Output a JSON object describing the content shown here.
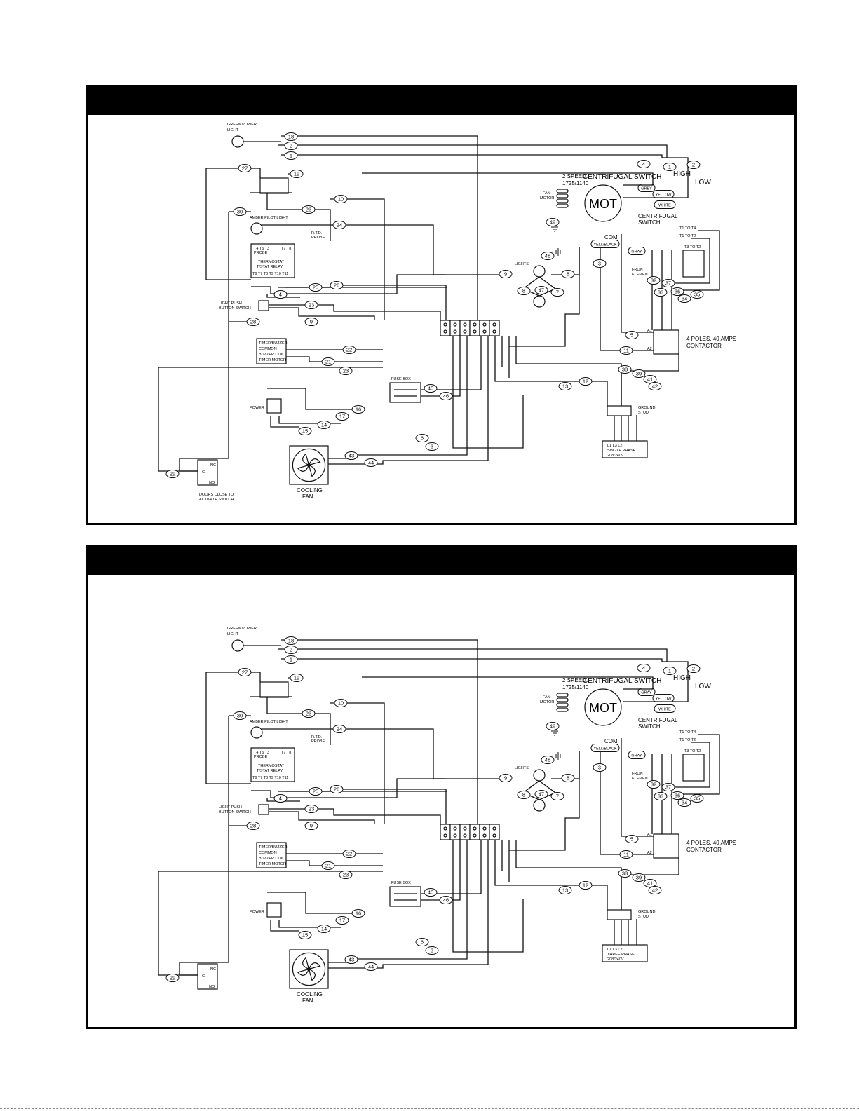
{
  "panels": [
    {
      "id": "single-phase",
      "header": "",
      "labels": {
        "green_power_light": [
          "GREEN POWER",
          "LIGHT"
        ],
        "amber_pilot_light": "AMBER PILOT LIGHT",
        "rtd_probe": [
          "R.T.D.",
          "PROBE"
        ],
        "thermostat": [
          "THERMOSTAT",
          "T/STAT RELAY"
        ],
        "thermostat_terminals_top": "T4 T5 T3",
        "thermostat_probe": "PROBE",
        "thermostat_terminals_top_right": "T7 T8",
        "thermostat_terminals_bottom": "T6 T7 T8 T9 T10 T11",
        "light_push_button": [
          "LIGHT PUSH",
          "BUTTON SWITCH"
        ],
        "timer_buzzer": [
          "TIMER/BUZZER",
          "COMMON",
          "BUZZER COIL",
          "TIMER MOTOR"
        ],
        "power": "POWER",
        "fuse_box": "FUSE BOX",
        "cooling_fan": [
          "COOLING",
          "FAN"
        ],
        "door_switch": [
          "DOORS CLOSE TO",
          "ACTIVATE SWITCH"
        ],
        "door_switch_nc": "NC",
        "door_switch_c": "C",
        "door_switch_no": "NO",
        "centrifugal_switch_top": "CENTRIFUGAL SWITCH",
        "two_speed": [
          "2 SPEED",
          "1725/1140"
        ],
        "fan_motor": [
          "FAN",
          "MOTOR"
        ],
        "mot": "MOT",
        "high": "HIGH",
        "low": "LOW",
        "grey": "GREY",
        "yellow": "YELLOW",
        "white": "WHITE",
        "centrifugal_switch_right": [
          "CENTRIFUGAL",
          "SWITCH"
        ],
        "com": "COM",
        "yell_black": "YELL/BLACK",
        "gray": "GRAY",
        "lights": "LIGHTS",
        "front_element": [
          "FRONT",
          "ELEMENT"
        ],
        "t1_t4": "T1 TO T4",
        "t1_t2": "T1 TO T2",
        "t3_t2": "T3 TO T2",
        "a1": "A1",
        "a2": "A2",
        "contactor": [
          "4 POLES, 40 AMPS",
          "CONTACTOR"
        ],
        "ground_stud": [
          "GROUND",
          "STUD"
        ],
        "lines": "L1  L3  L2",
        "phase": [
          "SINGLE PHASE",
          "208/240V"
        ]
      }
    },
    {
      "id": "three-phase",
      "header": "",
      "labels": {
        "green_power_light": [
          "GREEN POWER",
          "LIGHT"
        ],
        "amber_pilot_light": "AMBER PILOT LIGHT",
        "rtd_probe": [
          "R.T.D.",
          "PROBE"
        ],
        "thermostat": [
          "THERMOSTAT",
          "T/STAT RELAY"
        ],
        "thermostat_terminals_top": "T4 T5 T3",
        "thermostat_probe": "PROBE",
        "thermostat_terminals_top_right": "T7 T8",
        "thermostat_terminals_bottom": "T6 T7 T8 T9 T10 T11",
        "light_push_button": [
          "LIGHT PUSH",
          "BUTTON SWITCH"
        ],
        "timer_buzzer": [
          "TIMER/BUZZER",
          "COMMON",
          "BUZZER COIL",
          "TIMER MOTOR"
        ],
        "power": "POWER",
        "fuse_box": "FUSE BOX",
        "cooling_fan": [
          "COOLING",
          "FAN"
        ],
        "door_switch": [
          "",
          ""
        ],
        "door_switch_nc": "NC",
        "door_switch_c": "C",
        "door_switch_no": "NO",
        "centrifugal_switch_top": "CENTRIFUGAL SWITCH",
        "two_speed": [
          "2 SPEED",
          "1725/1140"
        ],
        "fan_motor": [
          "FAN",
          "MOTOR"
        ],
        "mot": "MOT",
        "high": "HIGH",
        "low": "LOW",
        "grey": "GRAY",
        "yellow": "YELLOW",
        "white": "WHITE",
        "centrifugal_switch_right": [
          "CENTRIFUGAL",
          "SWITCH"
        ],
        "com": "COM",
        "yell_black": "YELL/BLACK",
        "gray": "GRAY",
        "lights": "LIGHTS",
        "front_element": [
          "FRONT",
          "ELEMENT"
        ],
        "t1_t4": "T1 TO T4",
        "t1_t2": "T1 TO T2",
        "t3_t2": "T3 TO T2",
        "a1": "A1",
        "a2": "A2",
        "contactor": [
          "4 POLES, 40 AMPS",
          "CONTACTOR"
        ],
        "ground_stud": [
          "GROUND",
          "STUD"
        ],
        "lines": "L1  L3  L2",
        "phase": [
          "THREE PHASE",
          "208/240V"
        ]
      }
    }
  ]
}
